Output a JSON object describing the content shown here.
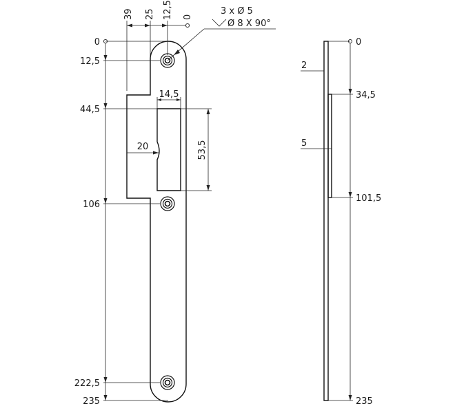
{
  "front": {
    "top_dims": {
      "d39": "39",
      "d25": "25",
      "d12_5": "12,5",
      "d0": "0"
    },
    "hole_note": {
      "line1": "3 x Ø 5",
      "line2": "Ø 8 X 90°"
    },
    "left_dims": {
      "d0": "0",
      "d12_5": "12,5",
      "d44_5": "44,5",
      "d106": "106",
      "d222_5": "222,5",
      "d235": "235"
    },
    "opening": {
      "width": "14,5",
      "height": "53,5",
      "lip_depth": "20"
    }
  },
  "side": {
    "thickness_label": "2",
    "lip_label": "5",
    "right_dims": {
      "d0": "0",
      "d34_5": "34,5",
      "d101_5": "101,5",
      "d235": "235"
    }
  }
}
